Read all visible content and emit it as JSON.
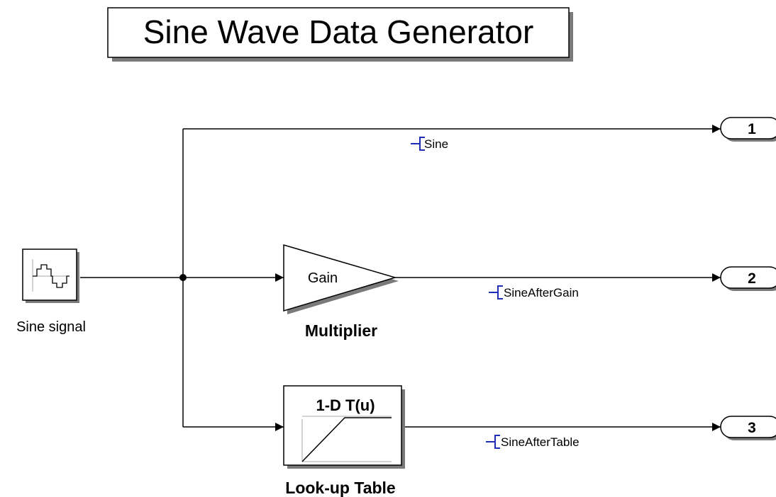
{
  "title": "Sine Wave Data Generator",
  "blocks": {
    "source": {
      "label": "Sine signal",
      "icon": "sine-step-icon"
    },
    "gain": {
      "inner_label": "Gain",
      "label": "Multiplier"
    },
    "lookup": {
      "inner_label": "1-D T(u)",
      "label": "Look-up Table"
    }
  },
  "outports": [
    {
      "number": "1"
    },
    {
      "number": "2"
    },
    {
      "number": "3"
    }
  ],
  "signals": [
    {
      "name": "Sine"
    },
    {
      "name": "SineAfterGain"
    },
    {
      "name": "SineAfterTable"
    }
  ],
  "colors": {
    "wire": "#000000",
    "log_marker": "#1f2fb5",
    "block_fill": "#ffffff",
    "shadow": "#7a7a7a"
  }
}
